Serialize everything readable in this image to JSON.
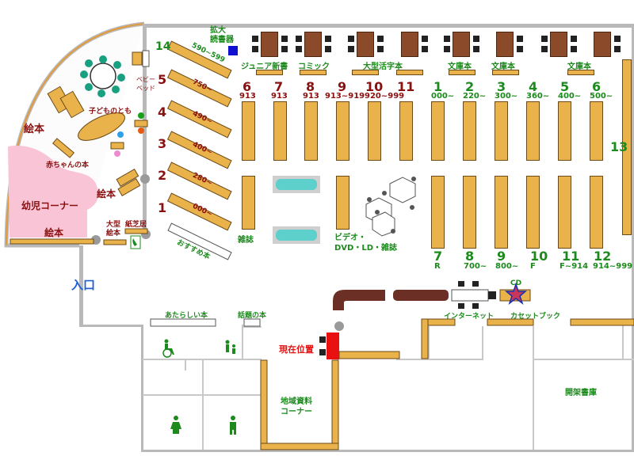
{
  "colors": {
    "shelf": "#e9b24a",
    "red_label": "#8b1010",
    "green_label": "#1d8a1d",
    "kids_area": "#f9c4d6",
    "entrance": "#1f5fd6"
  },
  "labels": {
    "kakudai": "拡大\n読書器",
    "junior": "ジュニア新書",
    "comic": "コミック",
    "oogata_katsuji": "大型活字本",
    "bunko1": "文庫本",
    "bunko2": "文庫本",
    "bunko3": "文庫本",
    "baby_bed": "ベビー\nベッド",
    "kodomo": "子どものとも",
    "ehon1": "絵本",
    "akachan": "赤ちゃんの本",
    "ehon2": "絵本",
    "yoji": "幼児コーナー",
    "ehon3": "絵本",
    "oogata_ehon": "大型\n絵本",
    "kamishibai": "紙芝居",
    "osusume": "おすすめ本",
    "zasshi": "雑誌",
    "video": "ビデオ・\nDVD・LD・雑誌",
    "entrance": "入口",
    "atarashii": "あたらしい本",
    "wadai": "話題の本",
    "genzai": "現在位置",
    "chiiki": "地域資料\nコーナー",
    "internet": "インターネット",
    "cassette": "カセットブック",
    "cd": "CD",
    "kaika": "開架書庫"
  },
  "diag_shelves": [
    {
      "num": "14",
      "range": "590~599"
    },
    {
      "num": "5",
      "range": "750~"
    },
    {
      "num": "4",
      "range": "490~"
    },
    {
      "num": "3",
      "range": "400~"
    },
    {
      "num": "2",
      "range": "280~"
    },
    {
      "num": "1",
      "range": "000~"
    }
  ],
  "red_shelves": [
    {
      "num": "6",
      "range": "913"
    },
    {
      "num": "7",
      "range": "913"
    },
    {
      "num": "8",
      "range": "913"
    },
    {
      "num": "9",
      "range": "913~919"
    },
    {
      "num": "10",
      "range": "920~999"
    },
    {
      "num": "11",
      "range": ""
    }
  ],
  "green_top": [
    {
      "num": "1",
      "range": "000~"
    },
    {
      "num": "2",
      "range": "220~"
    },
    {
      "num": "3",
      "range": "300~"
    },
    {
      "num": "4",
      "range": "360~"
    },
    {
      "num": "5",
      "range": "400~"
    },
    {
      "num": "6",
      "range": "500~"
    }
  ],
  "green_bottom": [
    {
      "num": "7",
      "range": "R"
    },
    {
      "num": "8",
      "range": "700~"
    },
    {
      "num": "9",
      "range": "800~"
    },
    {
      "num": "10",
      "range": "F"
    },
    {
      "num": "11",
      "range": "F~914"
    },
    {
      "num": "12",
      "range": "914~999"
    }
  ],
  "right_shelf": {
    "num": "13"
  }
}
